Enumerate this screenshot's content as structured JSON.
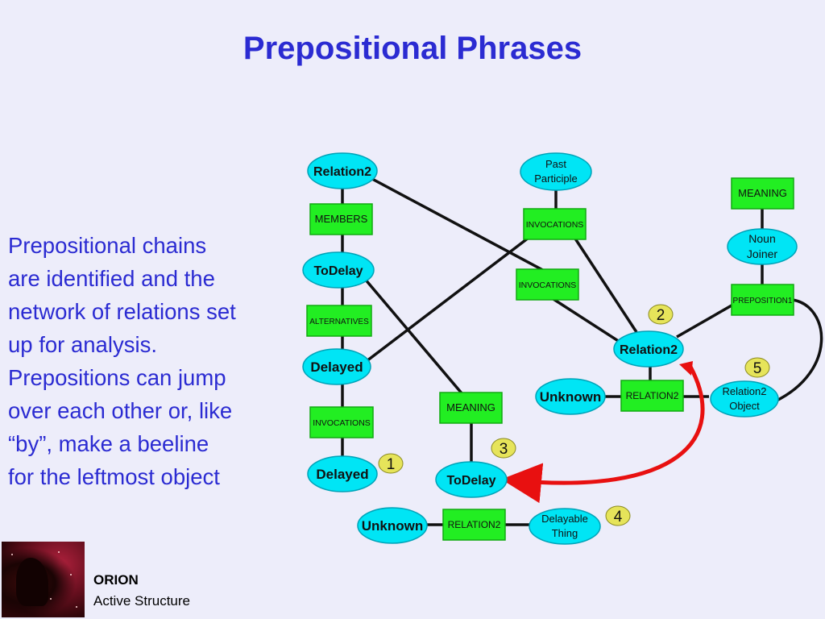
{
  "slide": {
    "title": "Prepositional Phrases",
    "body_lines": [
      "Prepositional chains",
      "are identified and the",
      "network of relations set",
      "up for analysis.",
      "Prepositions can jump",
      "over each other or, like",
      "“by”, make a beeline",
      "for the leftmost object"
    ],
    "logo": {
      "title": "ORION",
      "subtitle": "Active Structure"
    }
  },
  "diagram": {
    "colors": {
      "node_fill": "#00e5f5",
      "node_stroke": "#00a3b8",
      "box_fill": "#22ee22",
      "box_stroke": "#11aa11",
      "edge": "#111111",
      "arrow": "#e81010",
      "badge_fill": "#e6e45a"
    },
    "ovals": {
      "relation2_top": "Relation2",
      "todelay_top": "ToDelay",
      "delayed_mid": "Delayed",
      "delayed_bottom": "Delayed",
      "past_participle": [
        "Past",
        "Participle"
      ],
      "noun_joiner": [
        "Noun",
        "Joiner"
      ],
      "relation2_right": "Relation2",
      "unknown_right": "Unknown",
      "relation2_object": [
        "Relation2",
        "Object"
      ],
      "todelay_bottom": "ToDelay",
      "unknown_bottom": "Unknown",
      "delayable_thing": [
        "Delayable",
        "Thing"
      ]
    },
    "boxes": {
      "members": "MEMBERS",
      "alternatives": "ALTERNATIVES",
      "invocations_left": "INVOCATIONS",
      "invocations_top": "INVOCATIONS",
      "invocations_mid": "INVOCATIONS",
      "meaning_right": "MEANING",
      "preposition1": "PREPOSITION1",
      "relation2_box_right": "RELATION2",
      "meaning_bottom": "MEANING",
      "relation2_box_bottom": "RELATION2"
    },
    "badges": [
      "1",
      "2",
      "3",
      "4",
      "5"
    ]
  }
}
